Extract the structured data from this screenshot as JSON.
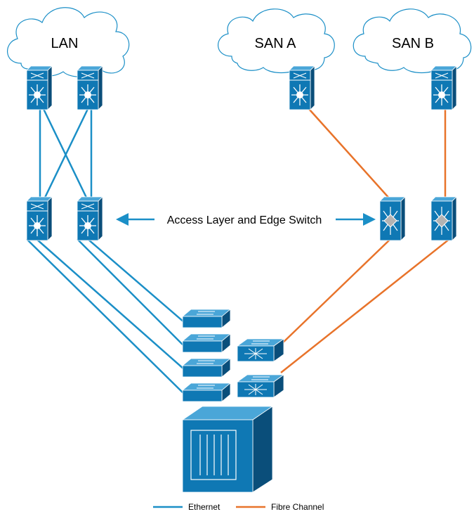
{
  "clouds": {
    "lan": "LAN",
    "san_a": "SAN A",
    "san_b": "SAN B"
  },
  "annotation": {
    "access_layer": "Access Layer and Edge Switch"
  },
  "legend": {
    "ethernet": "Ethernet",
    "fibre_channel": "Fibre Channel"
  },
  "colors": {
    "ethernet": "#1b8fc7",
    "fibre_channel": "#e8732a",
    "device_blue": "#0f78b4",
    "device_dark": "#0a4e7a",
    "cloud_stroke": "#1b8fc7"
  }
}
